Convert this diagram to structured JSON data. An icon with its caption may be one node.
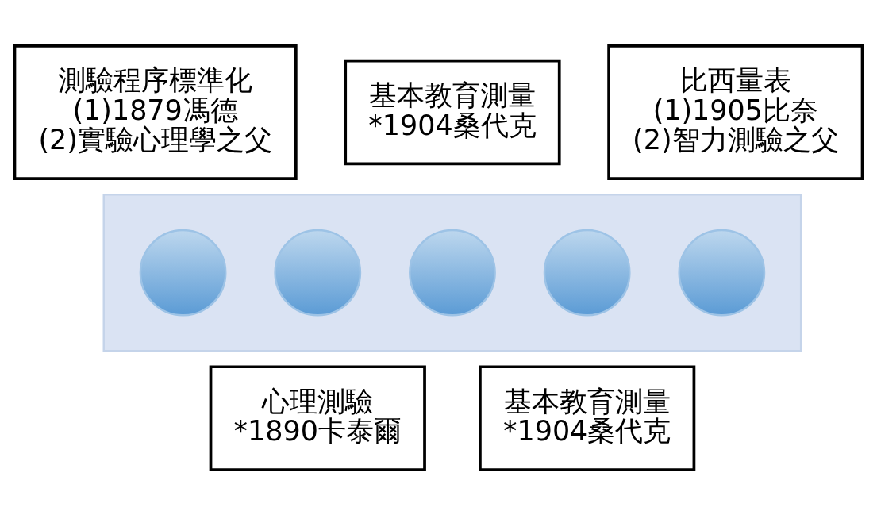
{
  "diagram": {
    "nodes": [
      {
        "text": [],
        "shape": "arrow"
      },
      {
        "text": [],
        "shape": "circle",
        "in": 0
      },
      {
        "text": [],
        "shape": "circle",
        "in": 0
      },
      {
        "text": [],
        "shape": "circle",
        "in": 0
      },
      {
        "text": [],
        "shape": "circle",
        "in": 0
      },
      {
        "text": [],
        "shape": "circle",
        "in": 0
      },
      {
        "text": [
          "測驗程序標準化",
          "(1)1879馮德",
          "(2)實驗心理學之父"
        ]
      },
      {
        "text": [
          "心理測驗",
          "*1890卡泰爾"
        ]
      },
      {
        "text": [
          "基本教育測量",
          "*1904桑代克"
        ]
      },
      {
        "text": [
          "基本教育測量",
          "*1904桑代克"
        ]
      },
      {
        "text": [
          "比西量表",
          "(1)1905比奈",
          "(2)智力測驗之父"
        ]
      }
    ],
    "edges": []
  }
}
